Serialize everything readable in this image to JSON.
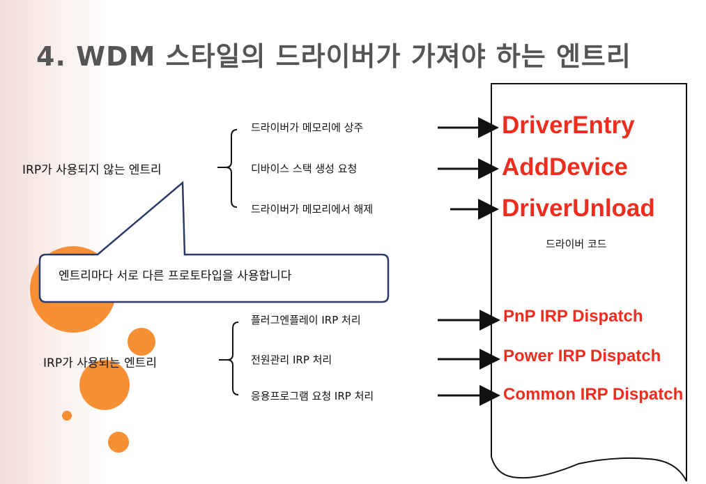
{
  "slide": {
    "title": "4. WDM 스타일의 드라이버가 가져야 하는 엔트리",
    "code_label": "드라이버 코드",
    "callout": "엔트리마다 서로 다른 프로토타입을 사용합니다",
    "colors": {
      "accent": "#ee2d1f",
      "title": "#555555",
      "decor": "#f7892a",
      "callout_border": "#2b3a66"
    },
    "groups": [
      {
        "label": "IRP가 사용되지 않는 엔트리",
        "items": [
          {
            "text": "드라이버가 메모리에 상주",
            "entry": "DriverEntry"
          },
          {
            "text": "디바이스 스택 생성 요청",
            "entry": "AddDevice"
          },
          {
            "text": "드라이버가 메모리에서 해제",
            "entry": "DriverUnload"
          }
        ]
      },
      {
        "label": "IRP가 사용되는 엔트리",
        "items": [
          {
            "text": "플러그엔플레이 IRP 처리",
            "entry": "PnP IRP Dispatch"
          },
          {
            "text": "전원관리 IRP 처리",
            "entry": "Power IRP Dispatch"
          },
          {
            "text": "응용프로그램 요청 IRP 처리",
            "entry": "Common IRP Dispatch"
          }
        ]
      }
    ]
  }
}
